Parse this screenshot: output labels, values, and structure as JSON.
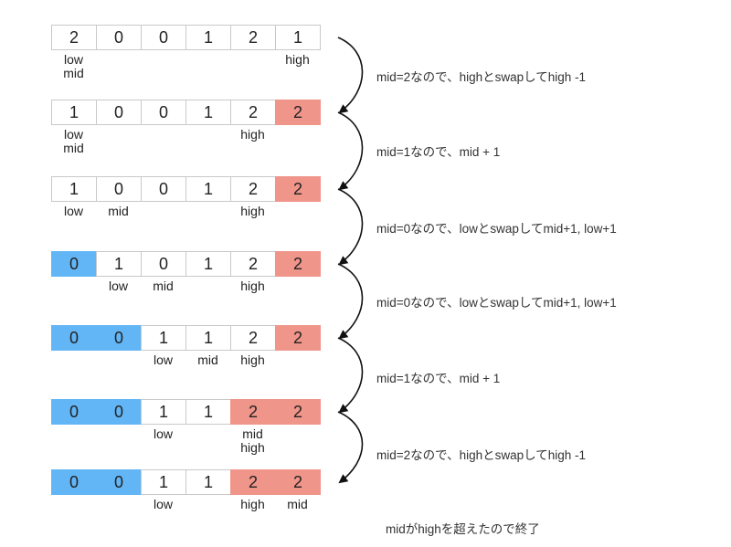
{
  "colors": {
    "low_region": "#62b6f6",
    "high_region": "#f0958a",
    "cell_border": "#c9c9c9"
  },
  "steps": [
    {
      "values": [
        "2",
        "0",
        "0",
        "1",
        "2",
        "1"
      ],
      "regions": [
        "none",
        "none",
        "none",
        "none",
        "none",
        "none"
      ],
      "pointers": [
        {
          "label": "low\nmid",
          "cell": 0
        },
        {
          "label": "high",
          "cell": 5
        }
      ]
    },
    {
      "values": [
        "1",
        "0",
        "0",
        "1",
        "2",
        "2"
      ],
      "regions": [
        "none",
        "none",
        "none",
        "none",
        "none",
        "high"
      ],
      "pointers": [
        {
          "label": "low\nmid",
          "cell": 0
        },
        {
          "label": "high",
          "cell": 4
        }
      ]
    },
    {
      "values": [
        "1",
        "0",
        "0",
        "1",
        "2",
        "2"
      ],
      "regions": [
        "none",
        "none",
        "none",
        "none",
        "none",
        "high"
      ],
      "pointers": [
        {
          "label": "low",
          "cell": 0
        },
        {
          "label": "mid",
          "cell": 1
        },
        {
          "label": "high",
          "cell": 4
        }
      ]
    },
    {
      "values": [
        "0",
        "1",
        "0",
        "1",
        "2",
        "2"
      ],
      "regions": [
        "low",
        "none",
        "none",
        "none",
        "none",
        "high"
      ],
      "pointers": [
        {
          "label": "low",
          "cell": 1
        },
        {
          "label": "mid",
          "cell": 2
        },
        {
          "label": "high",
          "cell": 4
        }
      ]
    },
    {
      "values": [
        "0",
        "0",
        "1",
        "1",
        "2",
        "2"
      ],
      "regions": [
        "low",
        "low",
        "none",
        "none",
        "none",
        "high"
      ],
      "pointers": [
        {
          "label": "low",
          "cell": 2
        },
        {
          "label": "mid",
          "cell": 3
        },
        {
          "label": "high",
          "cell": 4
        }
      ]
    },
    {
      "values": [
        "0",
        "0",
        "1",
        "1",
        "2",
        "2"
      ],
      "regions": [
        "low",
        "low",
        "none",
        "none",
        "high",
        "high"
      ],
      "pointers": [
        {
          "label": "low",
          "cell": 2
        },
        {
          "label": "mid\nhigh",
          "cell": 4
        }
      ]
    },
    {
      "values": [
        "0",
        "0",
        "1",
        "1",
        "2",
        "2"
      ],
      "regions": [
        "low",
        "low",
        "none",
        "none",
        "high",
        "high"
      ],
      "pointers": [
        {
          "label": "low",
          "cell": 2
        },
        {
          "label": "high",
          "cell": 4
        },
        {
          "label": "mid",
          "cell": 5
        }
      ]
    }
  ],
  "transitions": [
    "mid=2なので、highとswapしてhigh -1",
    "mid=1なので、mid + 1",
    "mid=0なので、lowとswapしてmid+1, low+1",
    "mid=0なので、lowとswapしてmid+1, low+1",
    "mid=1なので、mid + 1",
    "mid=2なので、highとswapしてhigh -1"
  ],
  "conclusion": "midがhighを超えたので終了"
}
